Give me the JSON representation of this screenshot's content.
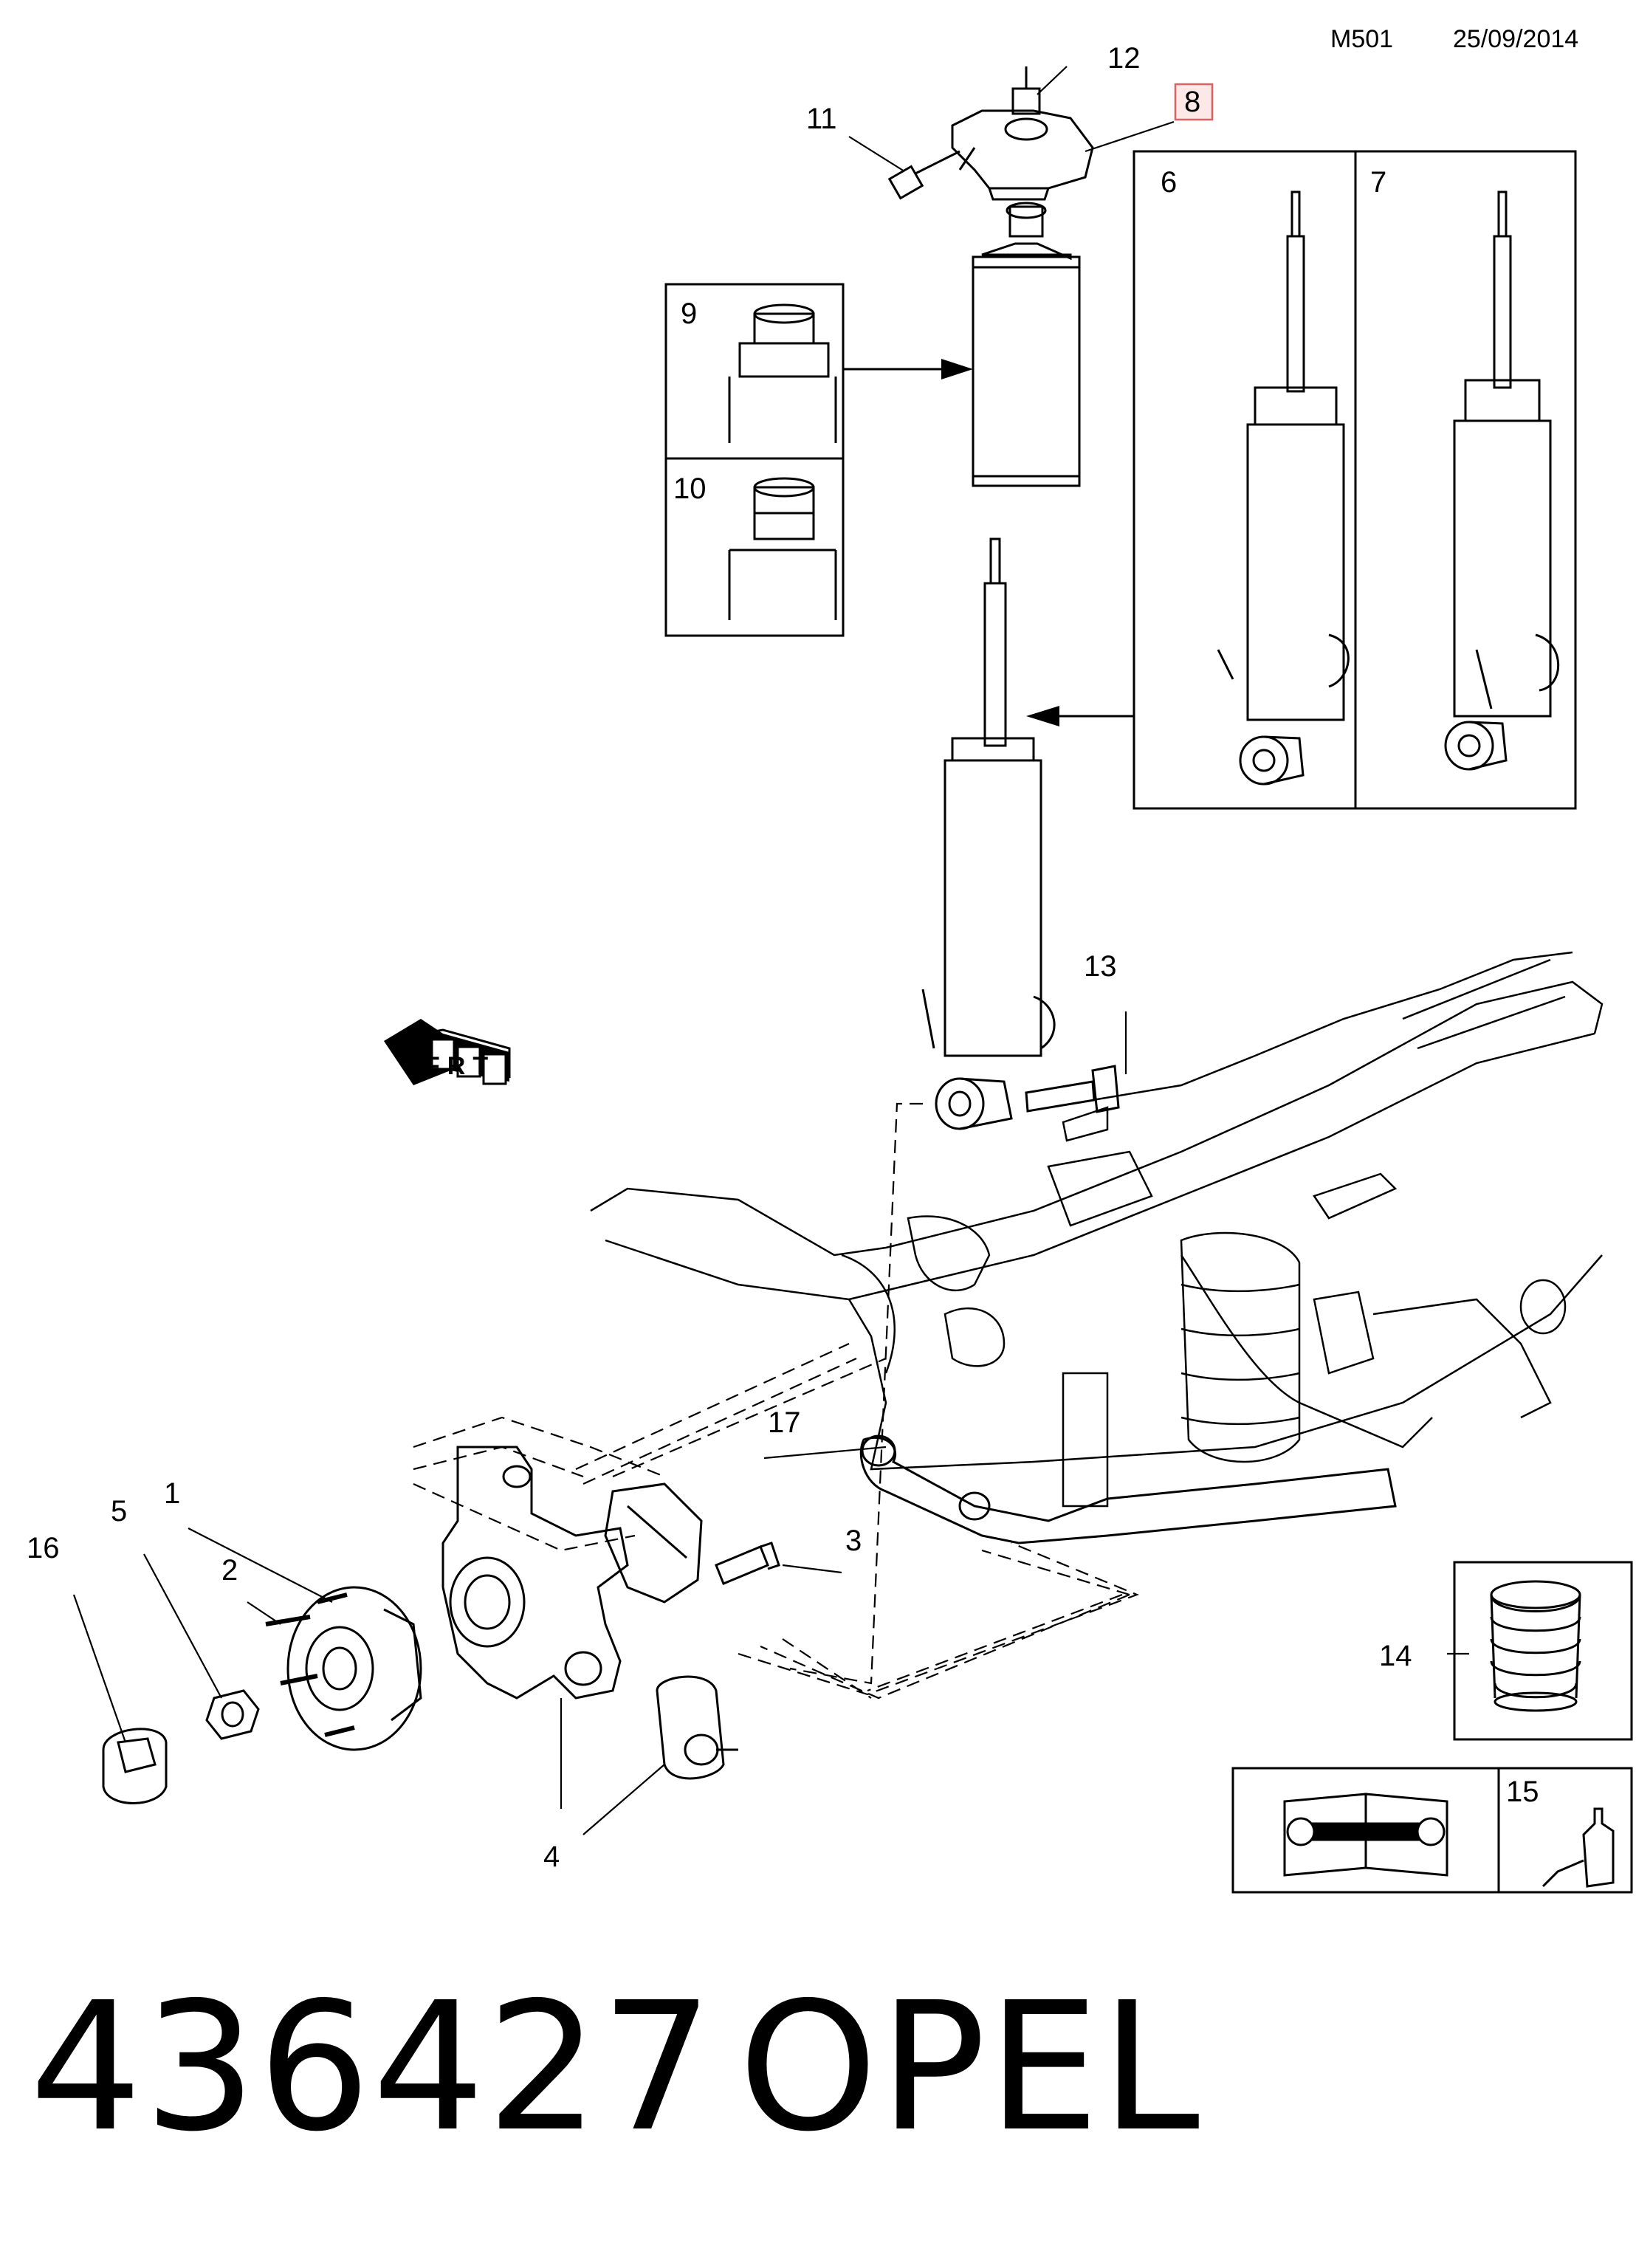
{
  "header": {
    "model_code": "M501",
    "date": "25/09/2014"
  },
  "callouts": {
    "c1": "1",
    "c2": "2",
    "c3": "3",
    "c4": "4",
    "c5": "5",
    "c6": "6",
    "c7": "7",
    "c8": "8",
    "c9": "9",
    "c10": "10",
    "c11": "11",
    "c12": "12",
    "c13": "13",
    "c14": "14",
    "c15": "15",
    "c16": "16",
    "c17": "17"
  },
  "front_indicator": "FRT",
  "footer": {
    "part_number": "436427",
    "brand": "OPEL"
  },
  "colors": {
    "highlight_box": "#e06060",
    "highlight_fill": "#fde8e8",
    "line": "#000000"
  }
}
